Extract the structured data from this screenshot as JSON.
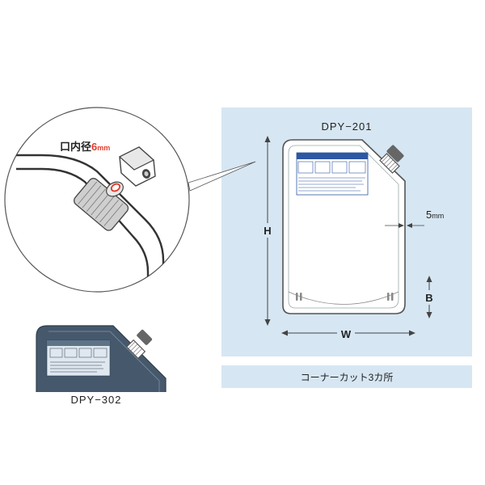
{
  "main_product": {
    "model": "DPY−201",
    "dimension_labels": {
      "height": "H",
      "width": "W",
      "bottom": "B"
    },
    "margin_callout": {
      "value": "5",
      "unit": "mm"
    },
    "corner_note": "コーナーカット3カ所"
  },
  "zoom_detail": {
    "label_prefix": "口内径",
    "label_value": "6",
    "label_unit": "mm"
  },
  "secondary_product": {
    "model": "DPY−302"
  },
  "colors": {
    "panel_bg": "#d6e6f3",
    "accent_red": "#e53a2c",
    "line": "#4d4d4d",
    "bag_dark": "#46596c"
  }
}
